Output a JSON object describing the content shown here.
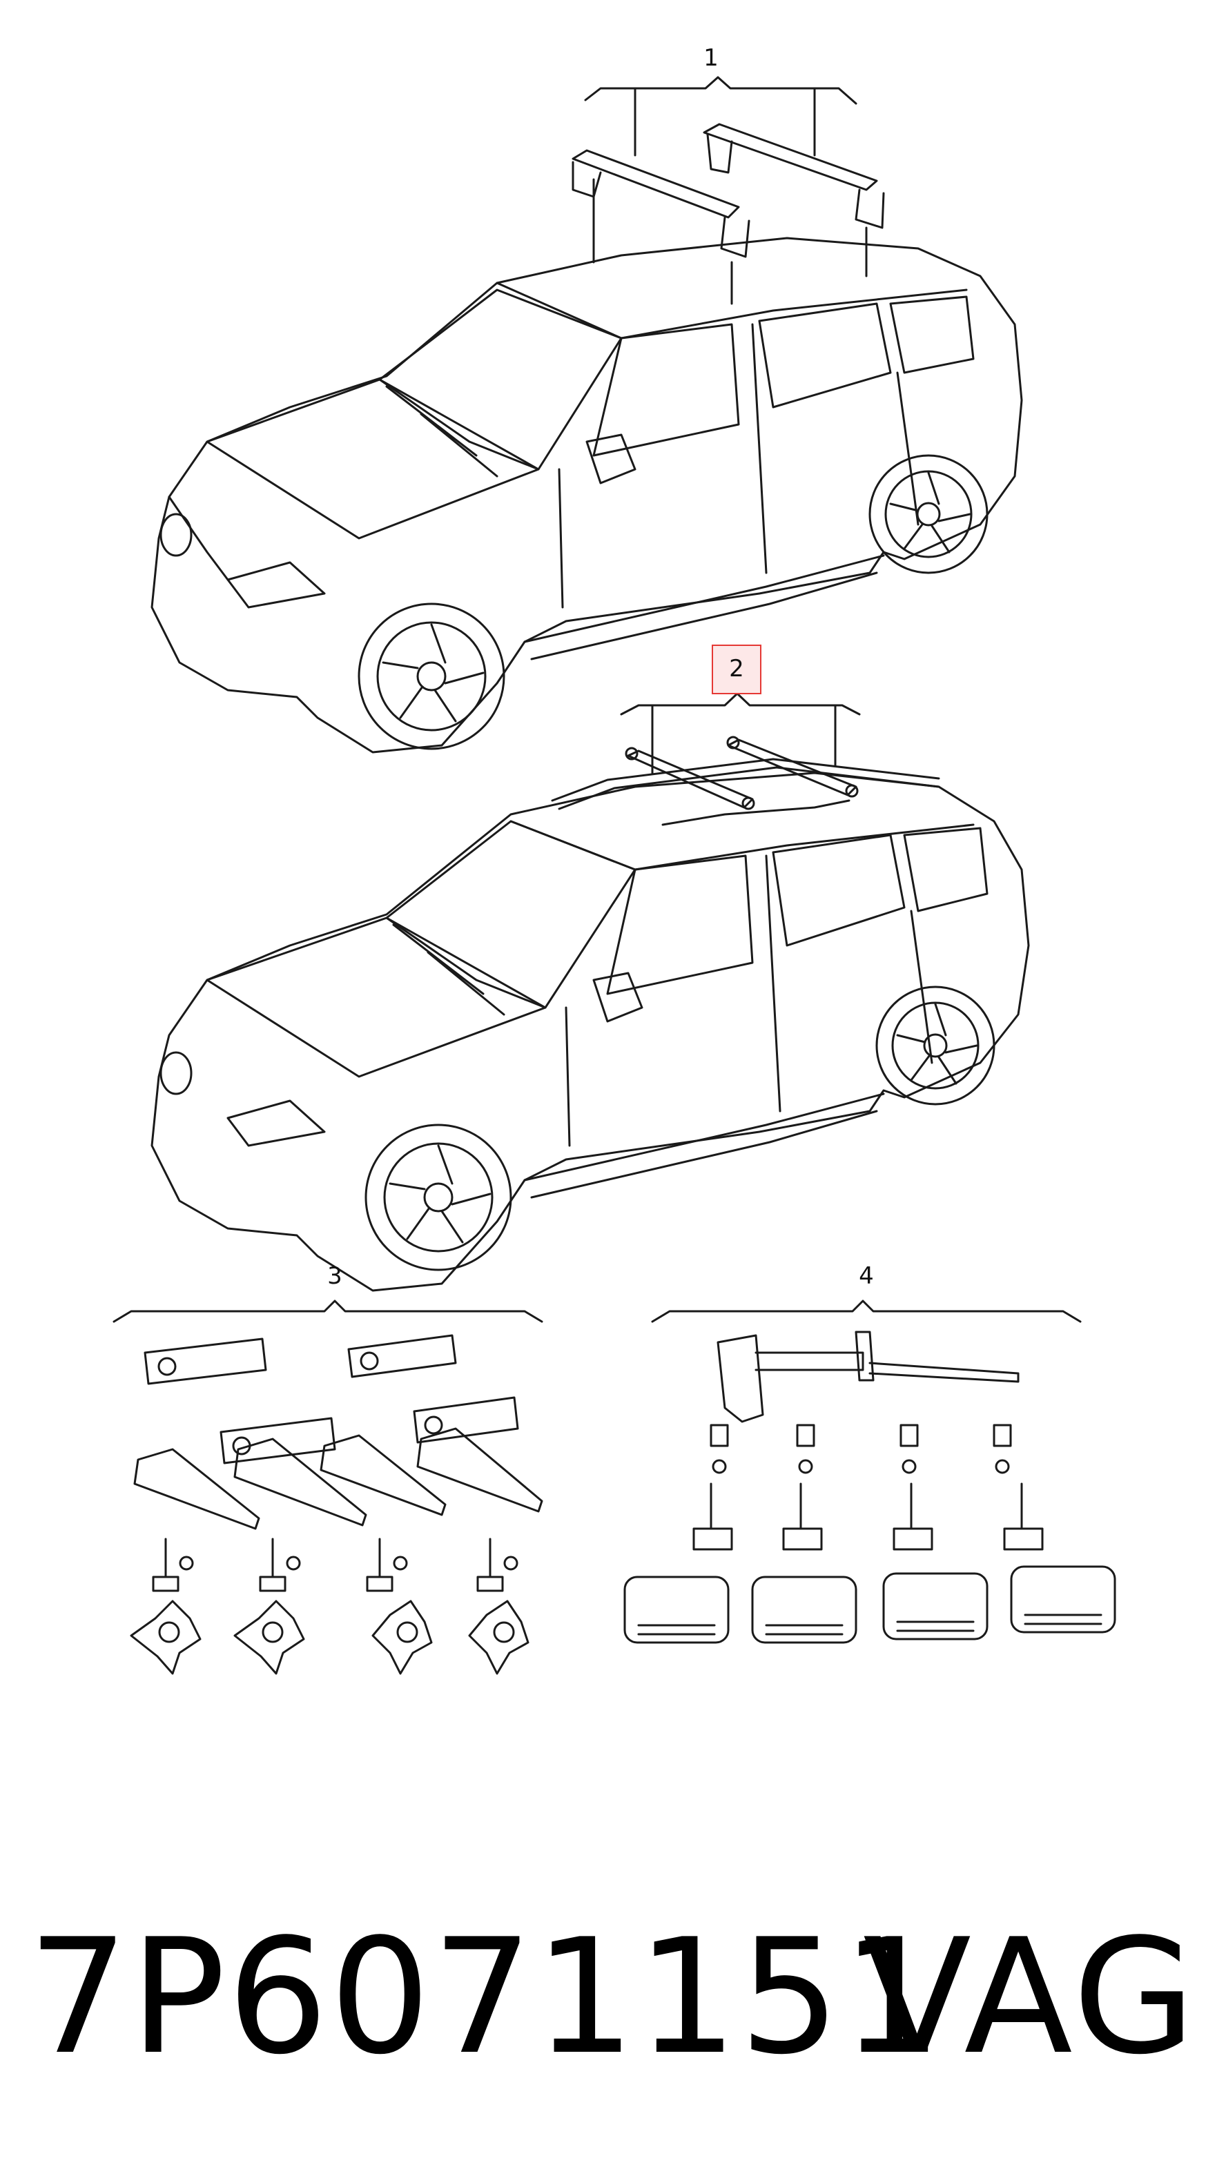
{
  "diagram": {
    "callouts": [
      "1",
      "2",
      "3",
      "4"
    ],
    "highlighted_callout": "2",
    "highlight_color": "#e53935",
    "line_color": "#1a1a1a"
  },
  "footer": {
    "part_number": "7P6071151",
    "brand": "VAG"
  }
}
